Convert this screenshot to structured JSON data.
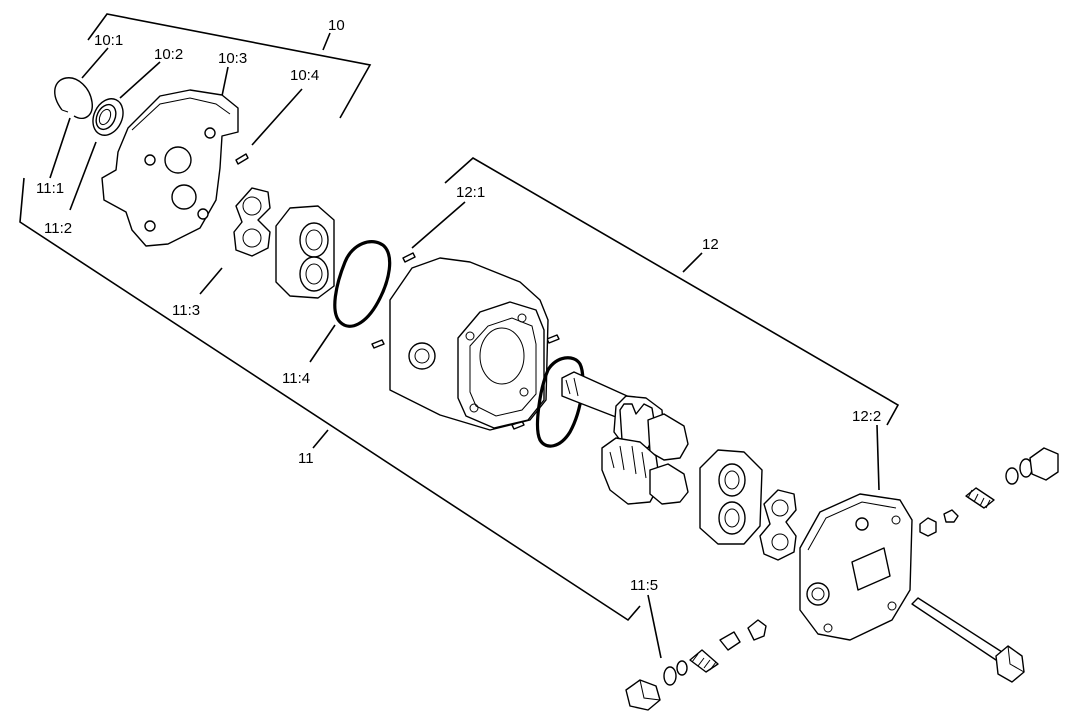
{
  "labels": {
    "l10": "10",
    "l10_1": "10:1",
    "l10_2": "10:2",
    "l10_3": "10:3",
    "l10_4": "10:4",
    "l11": "11",
    "l11_1": "11:1",
    "l11_2": "11:2",
    "l11_3": "11:3",
    "l11_4": "11:4",
    "l11_5": "11:5",
    "l12": "12",
    "l12_1": "12:1",
    "l12_2": "12:2"
  }
}
